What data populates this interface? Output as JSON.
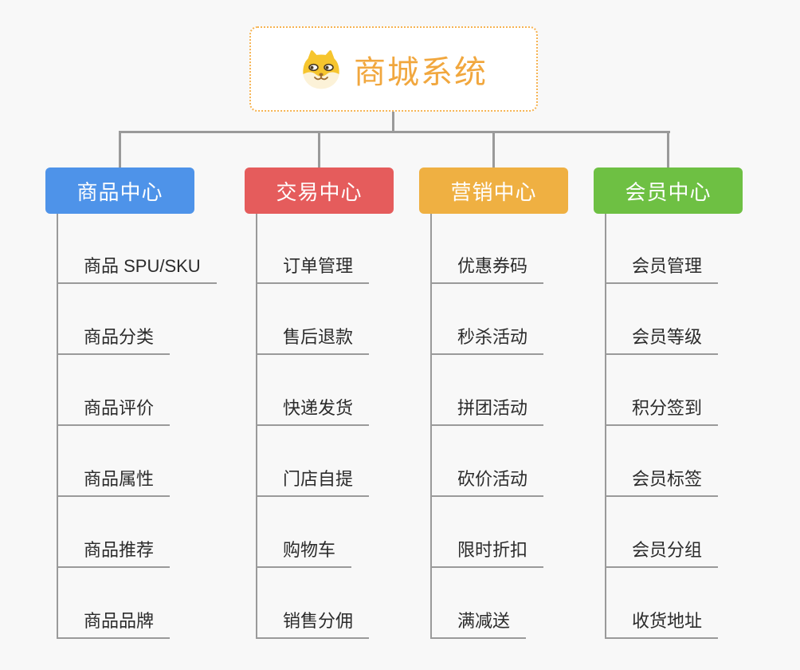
{
  "root": {
    "title": "商城系统",
    "icon": "shiba-dog-icon"
  },
  "colors": {
    "root_accent": "#F1A73E",
    "root_border": "#F6B352",
    "connector_gray": "#9A9A9A",
    "leaf_text": "#2B2B2B",
    "branch_blue": "#4E93E9",
    "branch_red": "#E55C5C",
    "branch_orange": "#EFB042",
    "branch_green": "#6EC043"
  },
  "branches": [
    {
      "label": "商品中心",
      "color": "#4E93E9",
      "children": [
        "商品 SPU/SKU",
        "商品分类",
        "商品评价",
        "商品属性",
        "商品推荐",
        "商品品牌"
      ]
    },
    {
      "label": "交易中心",
      "color": "#E55C5C",
      "children": [
        "订单管理",
        "售后退款",
        "快递发货",
        "门店自提",
        "购物车",
        "销售分佣"
      ]
    },
    {
      "label": "营销中心",
      "color": "#EFB042",
      "children": [
        "优惠券码",
        "秒杀活动",
        "拼团活动",
        "砍价活动",
        "限时折扣",
        "满减送"
      ]
    },
    {
      "label": "会员中心",
      "color": "#6EC043",
      "children": [
        "会员管理",
        "会员等级",
        "积分签到",
        "会员标签",
        "会员分组",
        "收货地址"
      ]
    }
  ]
}
